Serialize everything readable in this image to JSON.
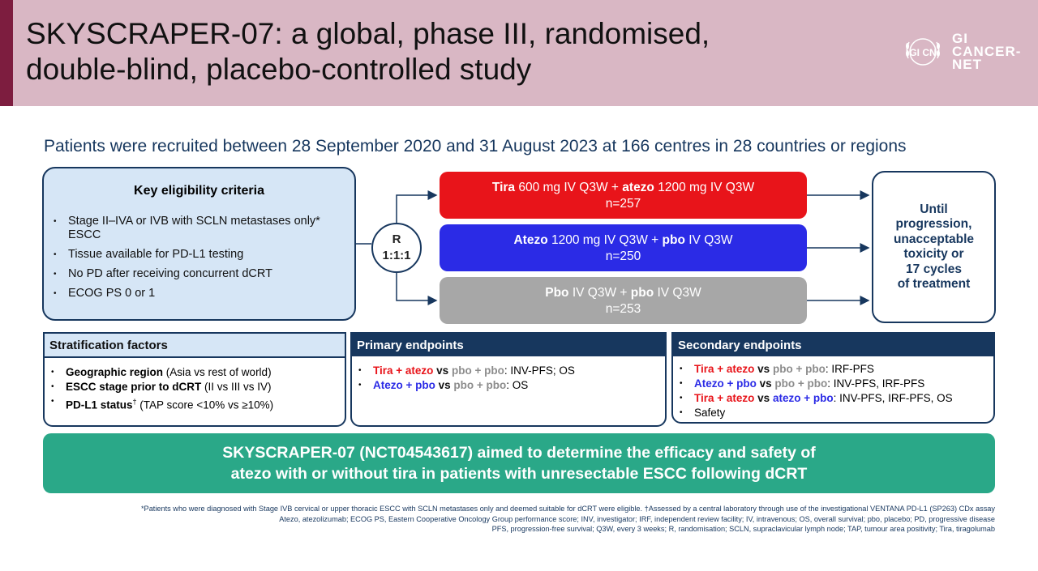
{
  "header": {
    "title_line1": "SKYSCRAPER-07: a global, phase III, randomised,",
    "title_line2": "double-blind, placebo-controlled study",
    "logo_mark": "GI CN",
    "logo_text_line1": "GI",
    "logo_text_line2": "CANCER-",
    "logo_text_line3": "NET"
  },
  "subtitle": "Patients were recruited between 28 September 2020 and 31 August 2023 at 166 centres in 28 countries or regions",
  "eligibility": {
    "title": "Key eligibility criteria",
    "items": [
      "Stage II–IVA or IVB with SCLN metastases only* ESCC",
      "Tissue available for PD-L1 testing",
      "No PD after receiving concurrent dCRT",
      "ECOG PS 0 or 1"
    ]
  },
  "randomisation": {
    "line1": "R",
    "line2": "1:1:1"
  },
  "arms": [
    {
      "drug1": "Tira",
      "dose1": " 600 mg IV Q3W + ",
      "drug2": "atezo",
      "dose2": " 1200 mg IV Q3W",
      "n": "n=257",
      "color": "#e8141a"
    },
    {
      "drug1": "Atezo",
      "dose1": " 1200 mg IV Q3W + ",
      "drug2": "pbo",
      "dose2": " IV Q3W",
      "n": "n=250",
      "color": "#2b2be6"
    },
    {
      "drug1": "Pbo",
      "dose1": " IV Q3W + ",
      "drug2": "pbo",
      "dose2": " IV Q3W",
      "n": "n=253",
      "color": "#a7a7a7"
    }
  ],
  "until": {
    "line1": "Until",
    "line2": "progression,",
    "line3": "unacceptable",
    "line4": "toxicity or",
    "line5": "17 cycles",
    "line6": "of treatment"
  },
  "stratification": {
    "title": "Stratification factors",
    "items": [
      {
        "bold": "Geographic region",
        "rest": " (Asia vs rest of world)"
      },
      {
        "bold": "ESCC stage prior to dCRT",
        "rest": " (II vs III vs IV)"
      },
      {
        "bold": "PD-L1 status",
        "sup": "†",
        "rest": " (TAP score <10% vs ≥10%)"
      }
    ]
  },
  "primary": {
    "title": "Primary endpoints",
    "rows": [
      {
        "a": "Tira + atezo",
        "vs": " vs ",
        "b": "pbo + pbo",
        "c": ": INV-PFS; OS"
      },
      {
        "a": "Atezo + pbo",
        "vs": " vs ",
        "b": "pbo + pbo",
        "c": ": OS"
      }
    ]
  },
  "secondary": {
    "title": "Secondary endpoints",
    "rows": [
      {
        "a": "Tira + atezo",
        "vs": " vs ",
        "b": "pbo + pbo",
        "c": ": IRF-PFS"
      },
      {
        "a": "Atezo + pbo",
        "vs": " vs ",
        "b": "pbo + pbo",
        "c": ": INV-PFS, IRF-PFS"
      },
      {
        "a": "Tira + atezo",
        "vs": " vs ",
        "b": "atezo + pbo",
        "c": ": INV-PFS, IRF-PFS, OS"
      }
    ],
    "safety": "Safety"
  },
  "banner": {
    "line1": "SKYSCRAPER-07 (NCT04543617) aimed to determine the efficacy and safety of",
    "line2": "atezo with or without tira in patients with unresectable ESCC following dCRT"
  },
  "footnotes": {
    "line1": "*Patients who were diagnosed with Stage IVB cervical or upper thoracic ESCC with SCLN metastases only and deemed suitable for dCRT were eligible. †Assessed by a central laboratory through use of the investigational VENTANA PD-L1 (SP263) CDx assay",
    "line2": "Atezo, atezolizumab; ECOG PS, Eastern Cooperative Oncology Group performance score; INV, investigator; IRF, independent review facility; IV, intravenous; OS, overall survival; pbo, placebo; PD, progressive disease",
    "line3": "PFS, progression-free survival; Q3W, every 3 weeks; R, randomisation; SCLN, supraclavicular lymph node; TAP, tumour area positivity; Tira, tiragolumab"
  },
  "colors": {
    "navy": "#17375e",
    "tira_red": "#e8141a",
    "atezo_blue": "#2b2be6",
    "pbo_grey": "#a7a7a7",
    "banner_green": "#2aa888",
    "header_pink": "#d9b7c4"
  }
}
